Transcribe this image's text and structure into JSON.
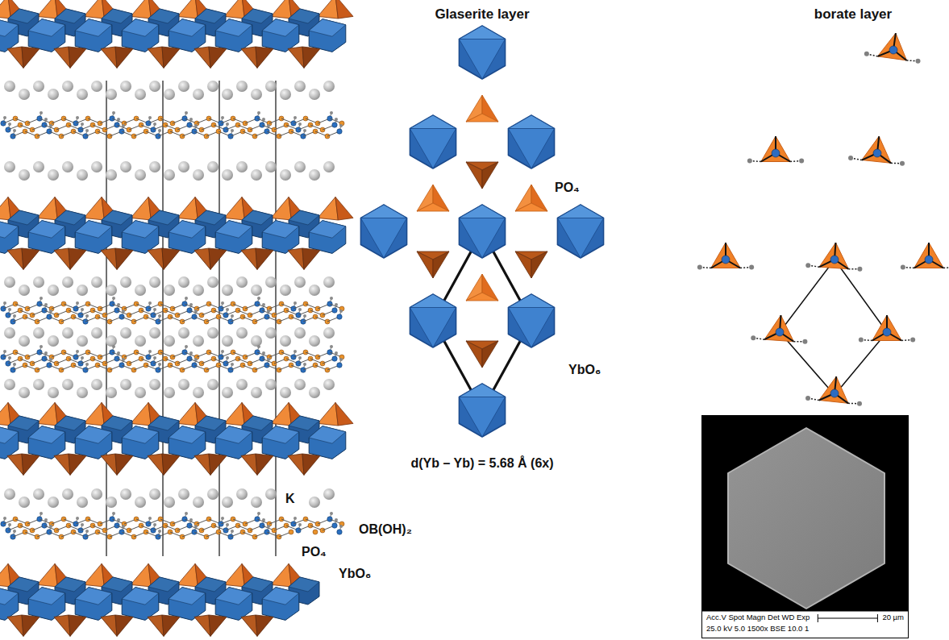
{
  "diagram": {
    "nodes": [
      {
        "text": [
          "Acc.V Spot Magn Det WD Exp",
          "25.0 kV 5.0 1500x BSE 10.0 1",
          "20 µm"
        ]
      }
    ],
    "labels": [
      "Glaserite layer",
      "borate layer",
      "PO₄",
      "YbO₆",
      "d(Yb – Yb) = 5.68 Å (6x)",
      "K",
      "OB(OH)₂",
      "PO₄",
      "YbO₆"
    ]
  }
}
